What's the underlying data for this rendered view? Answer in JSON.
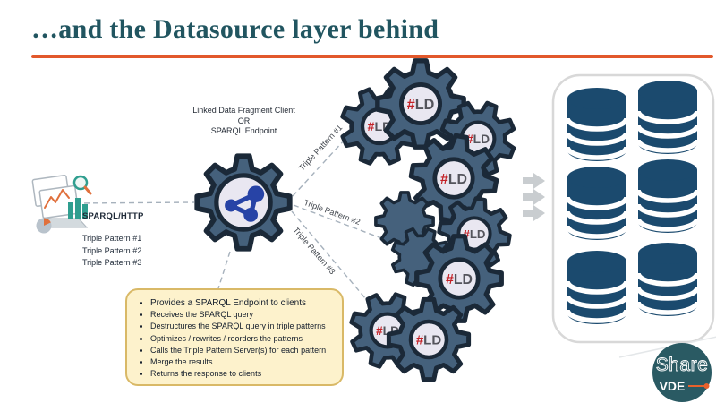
{
  "slide": {
    "title": "…and the Datasource layer behind"
  },
  "client": {
    "label_line1": "Linked Data Fragment Client",
    "label_line2": "OR",
    "label_line3": "SPARQL Endpoint"
  },
  "request": {
    "protocol": "SPARQL/HTTP",
    "patterns": [
      "Triple Pattern #1",
      "Triple Pattern #2",
      "Triple Pattern #3"
    ]
  },
  "edges": {
    "pattern1": "Triple Pattern #1",
    "pattern2": "Triple Pattern #2",
    "pattern3": "Triple Pattern #3"
  },
  "gear_label": {
    "hash": "#",
    "ld": "LD"
  },
  "notes": {
    "items": [
      "Provides a SPARQL Endpoint to clients",
      "Receives the SPARQL query",
      "Destructures the SPARQL query in triple patterns",
      "Optimizes / rewrites / reorders the patterns",
      "Calls the Triple Pattern Server(s) for each pattern",
      "Merge the results",
      "Returns the response to clients"
    ]
  },
  "logo": {
    "share": "Share",
    "vde": "VDE"
  },
  "colors": {
    "accent_orange": "#e2582b",
    "title_teal": "#215560",
    "gear_fill": "#45617c",
    "gear_stroke": "#1b2938",
    "hub_fill": "#e9e7f1",
    "hash_red": "#c32026",
    "ld_gray": "#54545c",
    "db_blue": "#1b4a6e",
    "note_bg": "#fdf2cc",
    "note_border": "#d9b967",
    "logo_teal": "#2a5a63"
  }
}
